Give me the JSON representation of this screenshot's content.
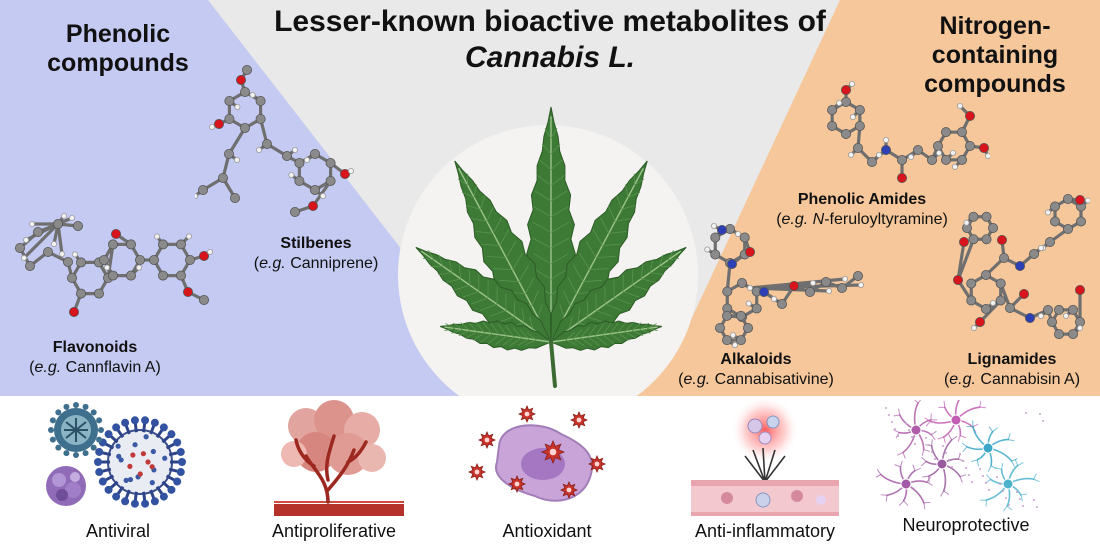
{
  "title": {
    "line1": "Lesser-known bioactive metabolites of",
    "line2": "Cannabis L."
  },
  "sections": {
    "phenolic": {
      "heading": "Phenolic compounds",
      "color": "#c4caf1"
    },
    "nitrogen": {
      "heading": "Nitrogen-containing compounds",
      "color": "#f5c79b"
    }
  },
  "compounds": {
    "stilbenes": {
      "name": "Stilbenes",
      "eg_prefix": "e.g.",
      "example": "Canniprene"
    },
    "flavonoids": {
      "name": "Flavonoids",
      "eg_prefix": "e.g.",
      "example": "Cannflavin A"
    },
    "phenolic_amides": {
      "name": "Phenolic Amides",
      "eg_prefix": "e.g.",
      "example_italic": "N",
      "example": "-feruloyltyramine"
    },
    "alkaloids": {
      "name": "Alkaloids",
      "eg_prefix": "e.g.",
      "example": "Cannabisativine"
    },
    "lignamides": {
      "name": "Lignamides",
      "eg_prefix": "e.g.",
      "example": "Cannabisin A"
    }
  },
  "activities": [
    {
      "label": "Antiviral",
      "icon": "virus-icon"
    },
    {
      "label": "Antiproliferative",
      "icon": "tumor-icon"
    },
    {
      "label": "Antioxidant",
      "icon": "cell-radical-icon"
    },
    {
      "label": "Anti-inflammatory",
      "icon": "inflammation-icon"
    },
    {
      "label": "Neuroprotective",
      "icon": "neuron-icon"
    }
  ],
  "colors": {
    "carbon": "#8a8a8a",
    "oxygen": "#d8141c",
    "nitrogen": "#2d3fb4",
    "hydrogen": "#f2f2f2",
    "leaf": "#3d7a35"
  }
}
